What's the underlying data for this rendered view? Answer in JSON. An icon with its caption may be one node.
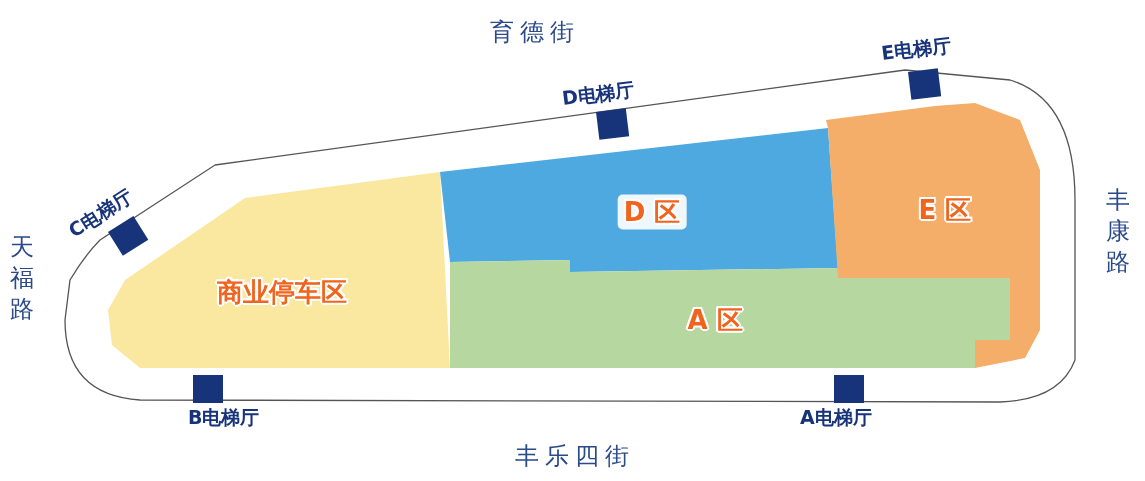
{
  "diagram": {
    "nodes": [
      {
        "text": [
          "商业停车区"
        ]
      },
      {
        "text": [
          "D 区"
        ]
      },
      {
        "text": [
          "A 区"
        ]
      },
      {
        "text": [
          "E 区"
        ]
      },
      {
        "text": [
          "C电梯厅"
        ]
      },
      {
        "text": [
          "D电梯厅"
        ]
      },
      {
        "text": [
          "E电梯厅"
        ]
      },
      {
        "text": [
          "B电梯厅"
        ]
      },
      {
        "text": [
          "A电梯厅"
        ]
      }
    ],
    "edges": [],
    "labels": [
      "育德街",
      "天福路",
      "丰康路",
      "丰乐四街"
    ]
  }
}
